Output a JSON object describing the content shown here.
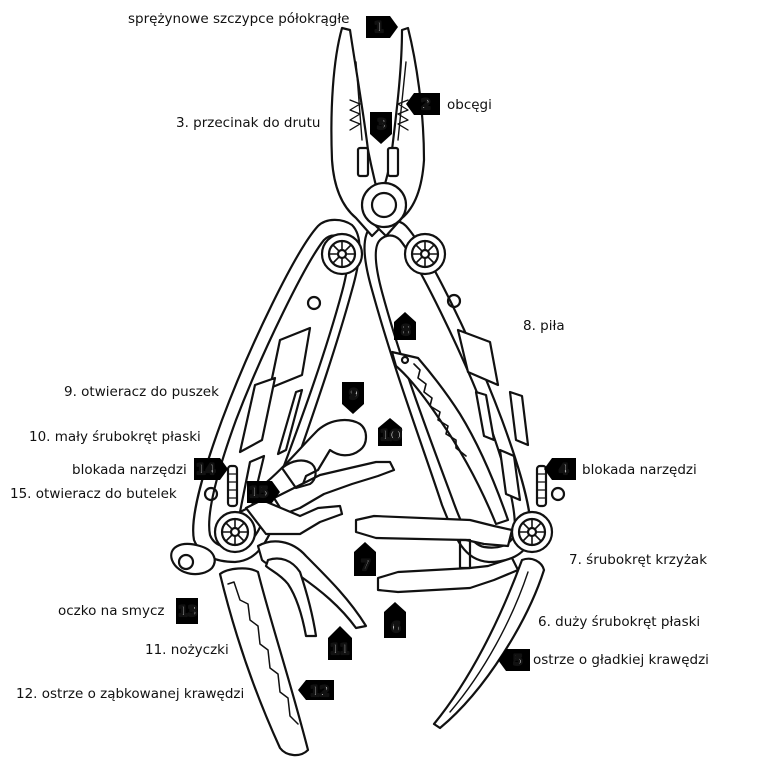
{
  "colors": {
    "ink": "#111111",
    "badge": "#000000",
    "badge_text": "#ffffff",
    "tool_fill": "#ffffff"
  },
  "labels": {
    "l1": "sprężynowe szczypce półokrągłe",
    "l2": "obcęgi",
    "l3": "3. przecinak do drutu",
    "l4": "blokada narzędzi",
    "l5": "ostrze o gładkiej krawędzi",
    "l6": "6. duży śrubokręt płaski",
    "l7": "7. śrubokręt krzyżak",
    "l8": "8. piła",
    "l9": "9. otwieracz do puszek",
    "l10": "10. mały śrubokręt płaski",
    "l11": "11. nożyczki",
    "l12": "12. ostrze o ząbkowanej krawędzi",
    "l13": "oczko na smycz",
    "l14": "blokada narzędzi",
    "l15": "15. otwieracz do butelek"
  },
  "badges": {
    "b1": "1",
    "b2": "2",
    "b3": "3",
    "b4": "4",
    "b5": "5",
    "b6": "6",
    "b7": "7",
    "b8": "8",
    "b9": "9",
    "b10": "1Ø",
    "b11": "11",
    "b12": "12",
    "b13": "13",
    "b14": "14",
    "b15": "15"
  }
}
